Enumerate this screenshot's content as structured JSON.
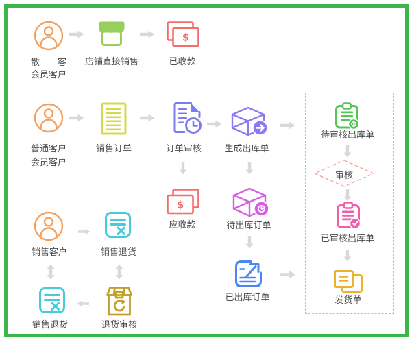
{
  "palette": {
    "frame": "#3cb54a",
    "background": "#ffffff",
    "arrow": "#d9d9d9",
    "dashed_outline": "#f0a6a1",
    "text": "#4d4d4d"
  },
  "currency_symbol": "$",
  "nodes": {
    "customer_walkin": {
      "label_line1": "散 客",
      "label_line2": "会员客户",
      "color": "#f5a15d"
    },
    "shop_direct_sale": {
      "label": "店铺直接销售",
      "color": "#97cf5f"
    },
    "received_payment": {
      "label": "已收款",
      "color": "#f56c6c"
    },
    "customer_regular": {
      "label_line1": "普通客户",
      "label_line2": "会员客户",
      "color": "#f5a15d"
    },
    "sales_order": {
      "label": "销售订单",
      "color": "#d4d94f"
    },
    "order_review": {
      "label": "订单审核",
      "color": "#7c7cf0"
    },
    "generate_outbound": {
      "label": "生成出库单",
      "color": "#8a79f0"
    },
    "pending_review_outbound": {
      "label": "待审核出库单",
      "color": "#55c555"
    },
    "review_decision": {
      "label": "审核"
    },
    "reviewed_outbound": {
      "label": "已审核出库单",
      "color": "#f45ba8"
    },
    "shipping_order": {
      "label": "发货单",
      "color": "#e9b32a"
    },
    "receivable": {
      "label": "应收款",
      "color": "#f56c6c"
    },
    "pending_outbound": {
      "label": "待出库订单",
      "color": "#d55fe0"
    },
    "outbound_done": {
      "label": "已出库订单",
      "color": "#4d86f0"
    },
    "sales_customer": {
      "label": "销售客户",
      "color": "#f5a15d"
    },
    "sales_return_request": {
      "label": "销售退货",
      "color": "#48cbd9"
    },
    "sales_return_confirm": {
      "label": "销售退货",
      "color": "#48cbd9"
    },
    "return_review": {
      "label": "退货审核",
      "color": "#c2a12b"
    }
  }
}
